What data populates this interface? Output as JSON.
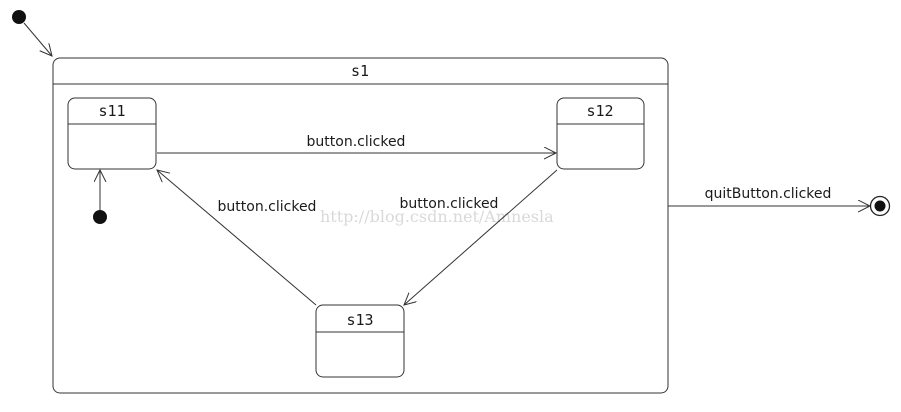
{
  "diagram": {
    "composite_state": {
      "name": "s1"
    },
    "states": [
      {
        "id": "s11",
        "name": "s11"
      },
      {
        "id": "s12",
        "name": "s12"
      },
      {
        "id": "s13",
        "name": "s13"
      }
    ],
    "transitions": [
      {
        "from": "s11",
        "to": "s12",
        "label": "button.clicked"
      },
      {
        "from": "s12",
        "to": "s13",
        "label": "button.clicked"
      },
      {
        "from": "s13",
        "to": "s11",
        "label": "button.clicked"
      },
      {
        "from": "s1",
        "to": "final",
        "label": "quitButton.clicked"
      }
    ],
    "watermark": "http://blog.csdn.net/Amnesla"
  }
}
